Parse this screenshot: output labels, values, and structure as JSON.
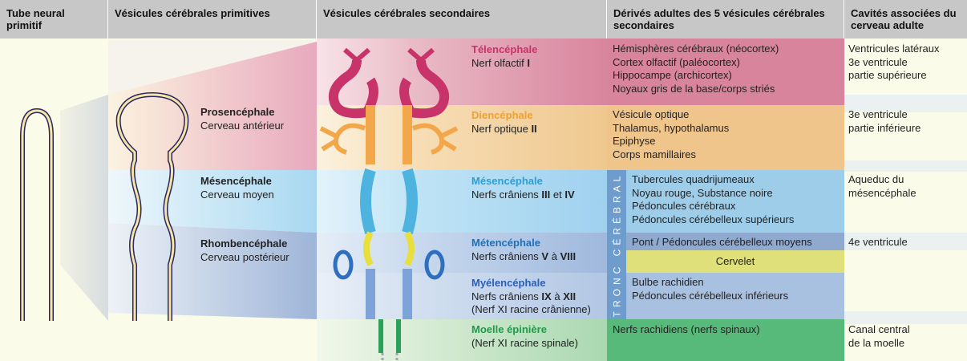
{
  "headers": {
    "col1": "Tube neural primitif",
    "col2": "Vésicules cérébrales primitives",
    "col3": "Vésicules cérébrales secondaires",
    "col4": "Dérivés adultes des 5 vésicules cérébrales secondaires",
    "col5": "Cavités associées du cerveau adulte"
  },
  "primary": [
    {
      "name": "Prosencéphale",
      "desc": "Cerveau antérieur"
    },
    {
      "name": "Mésencéphale",
      "desc": "Cerveau moyen"
    },
    {
      "name": "Rhombencéphale",
      "desc": "Cerveau postérieur"
    }
  ],
  "secondary": {
    "telencephale": {
      "name": "Télencéphale",
      "nerve_prefix": "Nerf olfactif ",
      "nerve_num": "I"
    },
    "diencephale": {
      "name": "Diencéphale",
      "nerve_prefix": "Nerf optique ",
      "nerve_num": "II"
    },
    "mesencephale": {
      "name": "Mésencéphale",
      "nerve_prefix": "Nerfs crâniens ",
      "n1": "III",
      "mid": " et ",
      "n2": "IV"
    },
    "metencephale": {
      "name": "Métencéphale",
      "nerve_prefix": "Nerfs crâniens ",
      "n1": "V",
      "mid": " à ",
      "n2": "VIII"
    },
    "myelencephale": {
      "name": "Myélencéphale",
      "nerve_prefix": "Nerfs crâniens ",
      "n1": "IX",
      "mid": " à ",
      "n2": "XII",
      "extra": "(Nerf XI racine crânienne)"
    },
    "moelle": {
      "name": "Moelle épinière",
      "extra": "(Nerf XI racine spinale)"
    }
  },
  "derives": {
    "telencephale": [
      "Hémisphères cérébraux (néocortex)",
      "Cortex olfactif (paléocortex)",
      "Hippocampe (archicortex)",
      "Noyaux gris de la base/corps striés"
    ],
    "diencephale": [
      "Vésicule optique",
      "Thalamus, hypothalamus",
      "Epiphyse",
      "Corps mamillaires"
    ],
    "mesencephale": [
      "Tubercules quadrijumeaux",
      "Noyau rouge, Substance noire",
      "Pédoncules cérébraux",
      "Pédoncules cérébelleux supérieurs"
    ],
    "metencephale": "Pont / Pédoncules cérébelleux moyens",
    "cervelet": "Cervelet",
    "myelencephale": [
      "Bulbe rachidien",
      "Pédoncules cérébelleux inférieurs"
    ],
    "moelle": "Nerfs rachidiens (nerfs spinaux)",
    "tronc": "TRONC CÉRÉBRAL"
  },
  "cavites": {
    "telencephale": [
      "Ventricules latéraux",
      "3e ventricule",
      "partie supérieure"
    ],
    "diencephale": [
      "3e ventricule",
      "partie inférieure"
    ],
    "mesencephale": [
      "Aqueduc du",
      "mésencéphale"
    ],
    "rhomb": "4e ventricule",
    "moelle": [
      "Canal central",
      "de la moelle"
    ]
  },
  "colors": {
    "telencephale": "#c8336a",
    "diencephale": "#f2a84a",
    "mesencephale": "#4fb3e0",
    "metencephale": "#2f7fbf",
    "myelencephale": "#3a6fbf",
    "moelle": "#2aa05a",
    "cervelet": "#e6e36a"
  }
}
